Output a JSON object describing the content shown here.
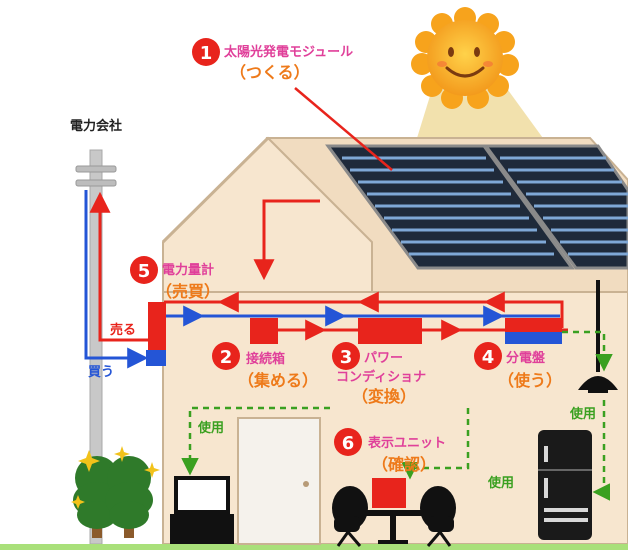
{
  "colors": {
    "accent_red": "#e8241c",
    "accent_blue": "#2455d6",
    "accent_green": "#3aa020",
    "label_pink": "#e0409a",
    "label_orange": "#ee7a1a",
    "wall": "#f7e6cf",
    "roof_outline": "#c9b293"
  },
  "company": {
    "label": "電力会社"
  },
  "items": [
    {
      "number": "1",
      "name": "太陽光発電モジュール",
      "role": "（つくる）"
    },
    {
      "number": "2",
      "name": "接続箱",
      "role": "（集める）"
    },
    {
      "number": "3",
      "name_line1": "パワー",
      "name_line2": "コンディショナ",
      "role": "（変換）"
    },
    {
      "number": "4",
      "name": "分電盤",
      "role": "（使う）"
    },
    {
      "number": "5",
      "name": "電力量計",
      "role": "（売買）"
    },
    {
      "number": "6",
      "name": "表示ユニット",
      "role": "（確認）"
    }
  ],
  "flows": {
    "sell": "売る",
    "buy": "買う",
    "use_left": "使用",
    "use_right": "使用",
    "use_bottom": "使用"
  },
  "icons": [
    "sun-icon",
    "solar-panel-icon",
    "utility-pole-icon",
    "tv-icon",
    "refrigerator-icon",
    "lamp-icon",
    "door-icon",
    "table-chairs-icon",
    "tree-icon",
    "sparkle-icon"
  ]
}
